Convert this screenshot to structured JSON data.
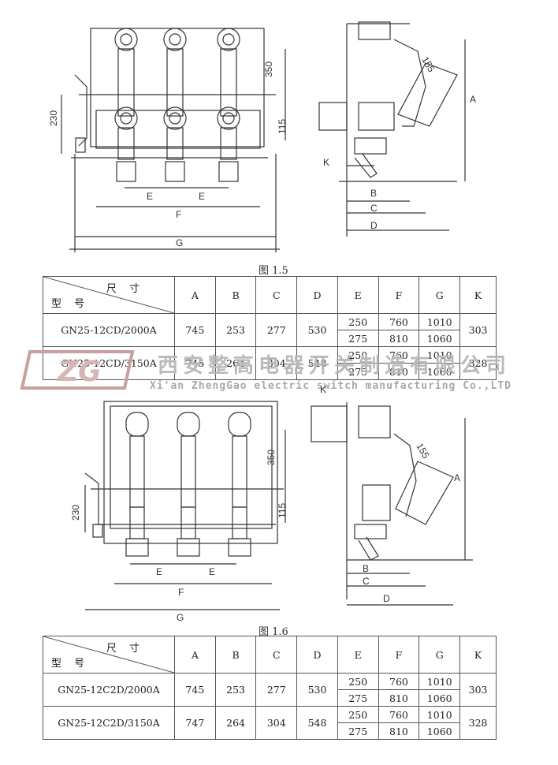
{
  "fig1": {
    "caption": "图 1.5",
    "dims": [
      "350",
      "115",
      "230",
      "E",
      "E",
      "F",
      "G",
      "155",
      "A",
      "K",
      "B",
      "C",
      "D"
    ]
  },
  "fig2": {
    "caption": "图 1.6",
    "dims": [
      "350",
      "115",
      "230",
      "E",
      "E",
      "F",
      "G",
      "155",
      "A",
      "K",
      "B",
      "C",
      "D"
    ]
  },
  "table_header": {
    "top": "尺 寸",
    "bottom": "型 号",
    "cols": [
      "A",
      "B",
      "C",
      "D",
      "E",
      "F",
      "G",
      "K"
    ]
  },
  "table1": [
    {
      "model": "GN25-12CD/2000A",
      "A": "745",
      "B": "253",
      "C": "277",
      "D": "530",
      "E1": "250",
      "E2": "275",
      "F1": "760",
      "F2": "810",
      "G1": "1010",
      "G2": "1060",
      "K": "303"
    },
    {
      "model": "GN25-12CD/3150A",
      "A": "745",
      "B": "264",
      "C": "304",
      "D": "548",
      "E1": "250",
      "E2": "275",
      "F1": "760",
      "F2": "810",
      "G1": "1010",
      "G2": "1060",
      "K": "328"
    }
  ],
  "table2": [
    {
      "model": "GN25-12C2D/2000A",
      "A": "745",
      "B": "253",
      "C": "277",
      "D": "530",
      "E1": "250",
      "E2": "275",
      "F1": "760",
      "F2": "810",
      "G1": "1010",
      "G2": "1060",
      "K": "303"
    },
    {
      "model": "GN25-12C2D/3150A",
      "A": "747",
      "B": "264",
      "C": "304",
      "D": "548",
      "E1": "250",
      "E2": "275",
      "F1": "760",
      "F2": "810",
      "G1": "1010",
      "G2": "1060",
      "K": "328"
    }
  ],
  "watermark": {
    "logo_text": "ZG",
    "cn": "西安整高电器开关制造有限公司",
    "en": "Xi'an ZhengGao electric switch manufacturing Co.,LTD"
  },
  "colors": {
    "line": "#333333",
    "watermark": "#bbbbbb",
    "logo": "#c9a0a0"
  }
}
